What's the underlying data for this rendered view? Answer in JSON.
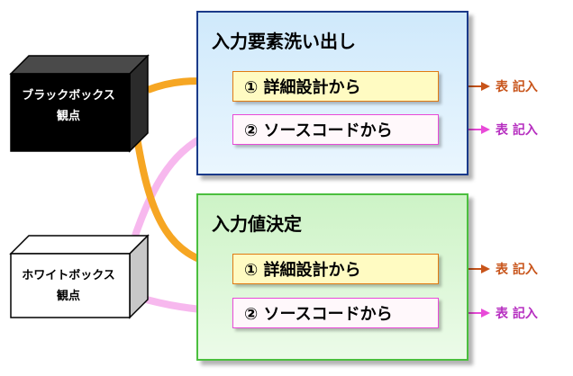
{
  "sources": {
    "blackbox": {
      "line1": "ブラックボックス",
      "line2": "観点"
    },
    "whitebox": {
      "line1": "ホワイトボックス",
      "line2": "観点"
    }
  },
  "panels": [
    {
      "title": "入力要素洗い出し",
      "items": [
        {
          "label": "① 詳細設計から",
          "output": "表 記入"
        },
        {
          "label": "② ソースコードから",
          "output": "表 記入"
        }
      ]
    },
    {
      "title": "入力値決定",
      "items": [
        {
          "label": "① 詳細設計から",
          "output": "表 記入"
        },
        {
          "label": "② ソースコードから",
          "output": "表 記入"
        }
      ]
    }
  ],
  "colors": {
    "orange_arrow": "#f6a623",
    "pink_arrow": "#f7b8ee",
    "output_orange": "#c8541a",
    "output_magenta": "#b62ec0",
    "panel_top_border": "#1a3a8a",
    "panel_bottom_border": "#4bbf3e"
  }
}
